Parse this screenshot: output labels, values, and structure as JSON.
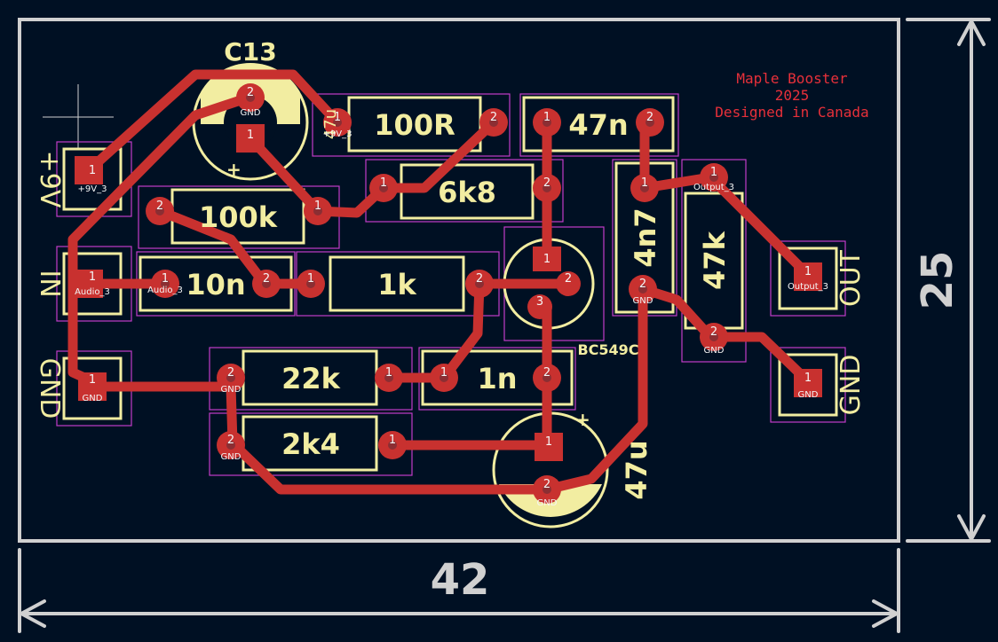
{
  "board": {
    "width_dimension": "42",
    "height_dimension": "25",
    "note_lines": [
      "Maple Booster",
      "2025",
      "Designed in Canada"
    ]
  },
  "colors": {
    "background": "#001023",
    "trace": "#c8312f",
    "silkscreen": "#f2eda1",
    "courtyard": "#c23cc8",
    "edge_cuts": "#d0d0d0",
    "pad": "#c8312f"
  },
  "connector_labels": {
    "power": "+9V",
    "input": "IN",
    "ground_left": "GND",
    "output": "OUT",
    "ground_right": "GND"
  },
  "components": {
    "c13": "C13",
    "r_100r": "100R",
    "c_47n": "47n",
    "r_6k8": "6k8",
    "r_100k": "100k",
    "c_4n7": "4n7",
    "r_47k": "47k",
    "c_10n": "10n",
    "r_1k": "1k",
    "transistor": "BC549C",
    "r_22k": "22k",
    "c_1n": "1n",
    "r_2k4": "2k4",
    "c_47u": "47u",
    "c13_value": "47u"
  },
  "pad_numbers": {
    "one": "1",
    "two": "2",
    "three": "3"
  },
  "net_labels": {
    "gnd": "GND",
    "plus9v": "+9V_3",
    "audio": "Audio_3",
    "output": "Output_3"
  }
}
